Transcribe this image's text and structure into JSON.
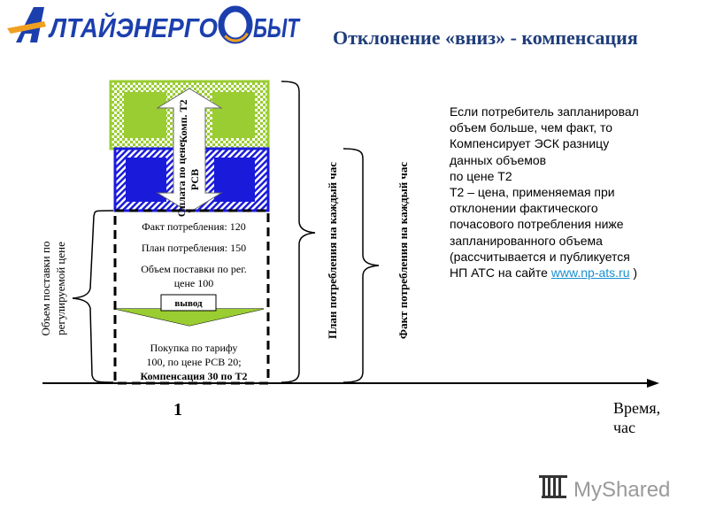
{
  "logo": {
    "brand_text": "АЛТАЙЭНЕРГОСБЫТ"
  },
  "title": "Отклонение «вниз» - компенсация",
  "explanation": {
    "lines": [
      "Если потребитель запланировал",
      "объем больше, чем факт, то",
      "Компенсирует ЭСК разницу",
      "данных объемов",
      "по цене Т2",
      "Т2 – цена, применяемая при",
      "отклонении фактического",
      "почасового потребления ниже",
      "запланированного объема",
      "(рассчитывается и публикуется"
    ],
    "last_line_prefix": "НП АТС на сайте ",
    "link_text": "www.np-ats.ru",
    "last_line_suffix": " )"
  },
  "diagram": {
    "top_box_label": "Комп. Т2",
    "mid_box_label": "Оплата по цене РСВ",
    "fact": "Факт потребления: 120",
    "plan": "План потребления: 150",
    "reg_volume_line1": "Объем поставки по рег.",
    "reg_volume_line2": "цене 100",
    "output_arrow_label": "вывод",
    "purchase_line1": "Покупка по тарифу",
    "purchase_line2": "100, по цене РСВ 20;",
    "purchase_line3": "Компенсация 30 по Т2",
    "left_brace_label_line1": "Объем поставки по",
    "left_brace_label_line2": "регулируемой цене",
    "plan_brace_label": "План потребления на каждый час",
    "fact_brace_label": "Факт потребления на каждый час"
  },
  "axis": {
    "hour_label": "1",
    "time_label_line1": "Время,",
    "time_label_line2": "час"
  },
  "watermark": {
    "text": "MyShared"
  },
  "colors": {
    "green": "#9acd32",
    "blue": "#1a1adb",
    "title": "#1f3d7a",
    "logo_blue": "#1c3fae",
    "logo_orange": "#f0a020",
    "link": "#1a8fd0"
  }
}
